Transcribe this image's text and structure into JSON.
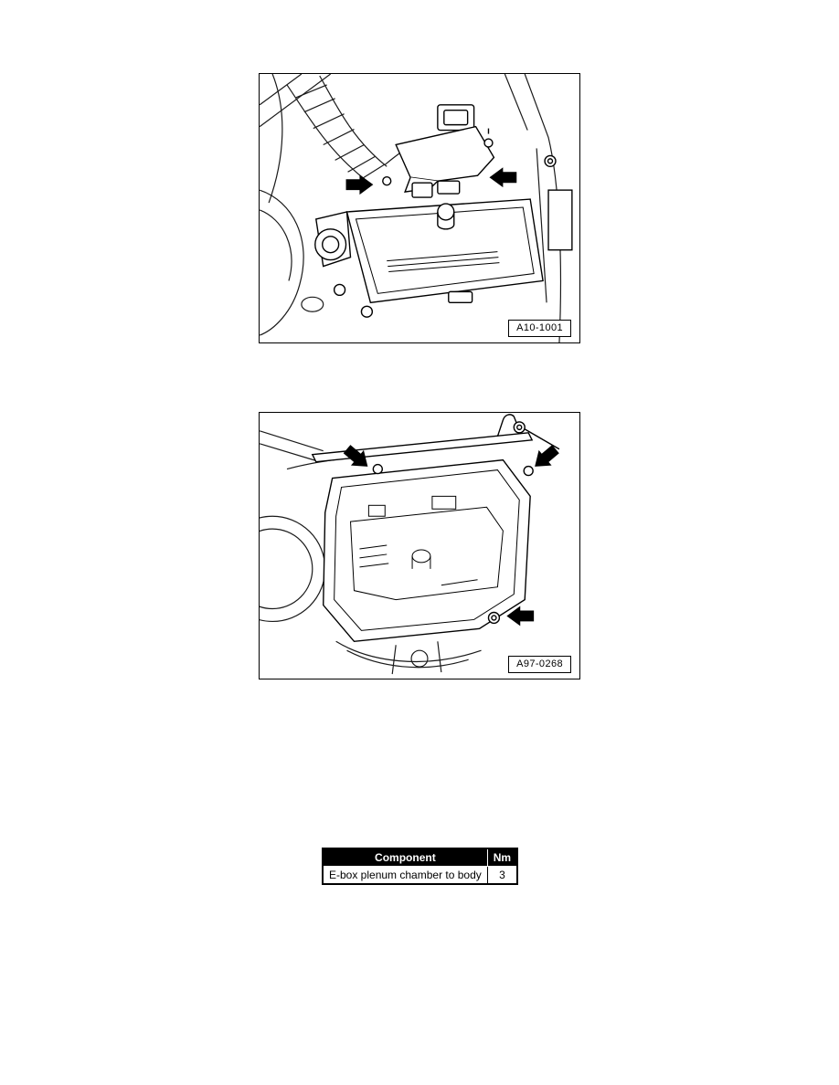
{
  "figures": [
    {
      "label": "A10-1001"
    },
    {
      "label": "A97-0268"
    }
  ],
  "torque_table": {
    "headers": [
      "Component",
      "Nm"
    ],
    "rows": [
      [
        "E-box plenum chamber to body",
        "3"
      ]
    ]
  }
}
